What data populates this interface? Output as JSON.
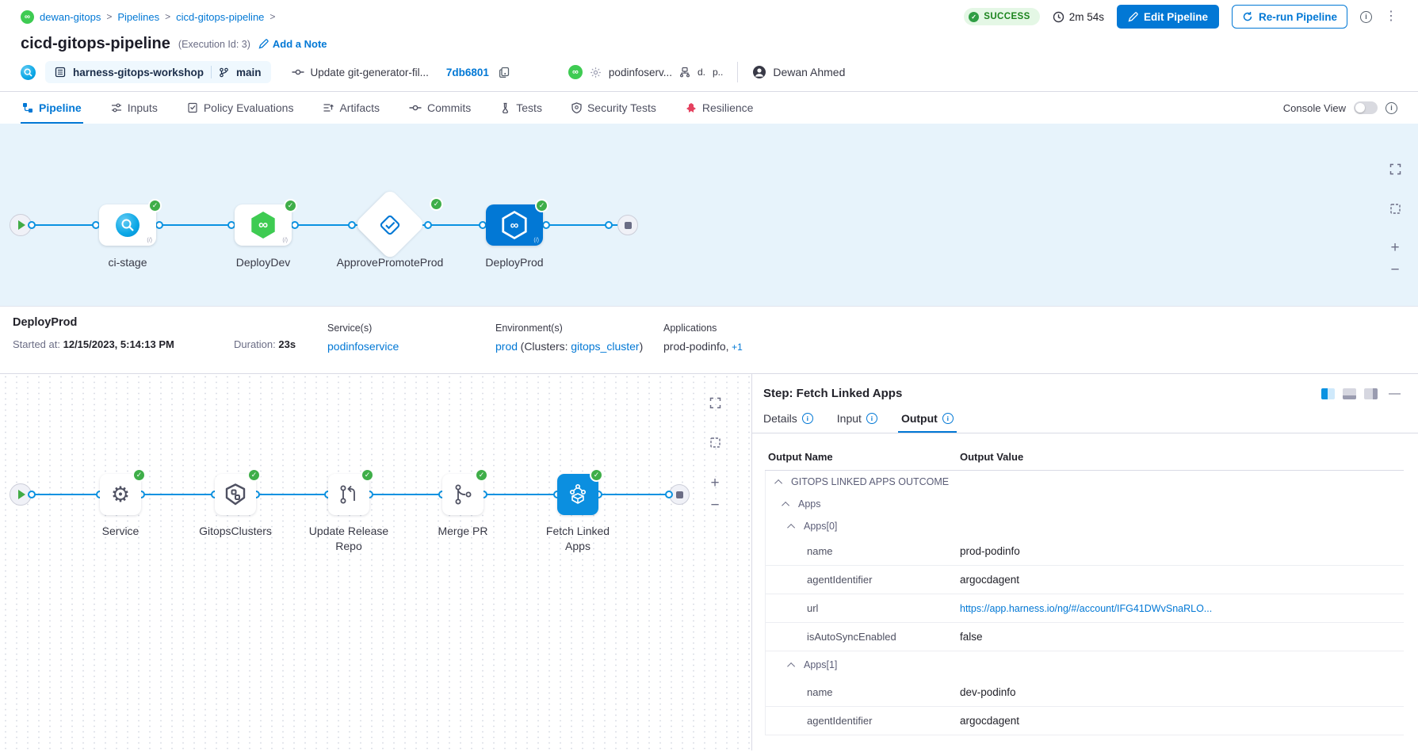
{
  "colors": {
    "accent_blue": "#0278d5",
    "line_blue": "#0b92e1",
    "success_green": "#42ab45",
    "success_bg": "#e4f7e5",
    "graph_bg": "#e7f3fb",
    "resilience_pink": "#e5415f"
  },
  "icons": {
    "plus": "+",
    "minus": "−",
    "kebab": "⋮",
    "gear": "⚙",
    "infinity": "∞",
    "minimize": "—"
  },
  "breadcrumb": {
    "items": [
      "dewan-gitops",
      "Pipelines",
      "cicd-gitops-pipeline"
    ],
    "separator": ">"
  },
  "header": {
    "status": "SUCCESS",
    "duration": "2m 54s",
    "edit_pipeline": "Edit Pipeline",
    "rerun_pipeline": "Re-run Pipeline"
  },
  "title_bar": {
    "title": "cicd-gitops-pipeline",
    "execution_id": "(Execution Id: 3)",
    "add_note": "Add a Note"
  },
  "build_meta": {
    "repo": "harness-gitops-workshop",
    "branch": "main",
    "commit_message": "Update git-generator-fil...",
    "commit_sha": "7db6801",
    "service": "podinfoserv...",
    "env_a": "d.",
    "env_b": "p..",
    "user": "Dewan Ahmed"
  },
  "tabs": {
    "items": [
      {
        "label": "Pipeline"
      },
      {
        "label": "Inputs"
      },
      {
        "label": "Policy Evaluations"
      },
      {
        "label": "Artifacts"
      },
      {
        "label": "Commits"
      },
      {
        "label": "Tests"
      },
      {
        "label": "Security Tests"
      },
      {
        "label": "Resilience"
      }
    ],
    "console_view": "Console View"
  },
  "stage_graph": {
    "stages": [
      {
        "label": "ci-stage"
      },
      {
        "label": "DeployDev"
      },
      {
        "label": "ApprovePromoteProd"
      },
      {
        "label": "DeployProd"
      }
    ]
  },
  "stage_details": {
    "name": "DeployProd",
    "started_label": "Started at:",
    "started": "12/15/2023, 5:14:13 PM",
    "duration_label": "Duration:",
    "duration": "23s",
    "services_label": "Service(s)",
    "service": "podinfoservice",
    "environments_label": "Environment(s)",
    "environment": "prod",
    "clusters_prefix": "(Clusters:",
    "cluster": "gitops_cluster",
    "clusters_suffix": ")",
    "applications_label": "Applications",
    "applications": "prod-podinfo,",
    "applications_more": "+1"
  },
  "step_graph": {
    "steps": [
      {
        "label": "Service"
      },
      {
        "label": "GitopsClusters"
      },
      {
        "label": "Update Release Repo"
      },
      {
        "label": "Merge PR"
      },
      {
        "label": "Fetch Linked Apps"
      }
    ]
  },
  "step_panel": {
    "title": "Step: Fetch Linked Apps",
    "tabs": [
      {
        "label": "Details"
      },
      {
        "label": "Input"
      },
      {
        "label": "Output"
      }
    ],
    "columns": [
      "Output Name",
      "Output Value"
    ],
    "rows": [
      {
        "type": "group",
        "label": "GITOPS LINKED APPS OUTCOME"
      },
      {
        "type": "group",
        "label": "Apps"
      },
      {
        "type": "group",
        "label": "Apps[0]"
      },
      {
        "type": "kv",
        "key": "name",
        "value": "prod-podinfo"
      },
      {
        "type": "kv",
        "key": "agentIdentifier",
        "value": "argocdagent"
      },
      {
        "type": "kv",
        "key": "url",
        "value": "https://app.harness.io/ng/#/account/IFG41DWvSnaRLO...",
        "link": true
      },
      {
        "type": "kv",
        "key": "isAutoSyncEnabled",
        "value": "false"
      },
      {
        "type": "group",
        "label": "Apps[1]"
      },
      {
        "type": "kv",
        "key": "name",
        "value": "dev-podinfo"
      },
      {
        "type": "kv",
        "key": "agentIdentifier",
        "value": "argocdagent"
      }
    ]
  }
}
